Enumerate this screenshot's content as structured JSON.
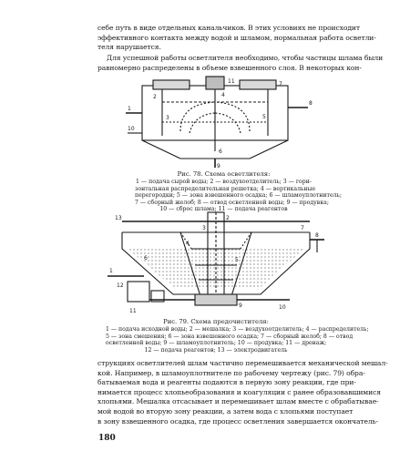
{
  "top_paragraph": {
    "lines": [
      "себе путь в виде отдельных канальчиков. В этих условиях не происходит",
      "эффективного контакта между водой и шламом, нормальная работа осветли-",
      "теля нарушается."
    ]
  },
  "second_paragraph": {
    "lines": [
      "Для успешной работы осветлителя необходимо, чтобы частицы шлама были",
      "равномерно распределены в объеме взвешенного слоя. В некоторых кон-"
    ]
  },
  "figure_78": {
    "caption_title": "Рис. 78. Схема осветлителя:",
    "caption_lines": [
      "1 — подача сырой воды; 2 — воздухоотделитель; 3 — гори-",
      "зонтальная распределительная решетка; 4 — вертикальные",
      "перегородки; 5 — зона взвешенного осадка; 6 — шламоуплотнитель;",
      "7 — сборный желоб; 8 — отвод осветленной воды; 9 — продувка;",
      "10 — сброс шлама; 11 — подача реагентов"
    ],
    "label_numbers": [
      "1",
      "2",
      "3",
      "4",
      "5",
      "6",
      "7",
      "8",
      "9",
      "10",
      "11"
    ]
  },
  "figure_79": {
    "caption_title": "Рис. 79. Схема предочистителя:",
    "caption_lines": [
      "1 — подача исходной воды; 2 — мешалка; 3 — воздухоотделитель; 4 — распределитель;",
      "5 — зона смешения; 6 — зона взвешенного осадка; 7 — сборный желоб; 8 — отвод",
      "осветленной воды; 9 — шламоуплотнитель; 10 — продувка; 11 — дренаж;",
      "12 — подача реагентов; 13 — электродвигатель"
    ],
    "label_numbers": [
      "1",
      "2",
      "3",
      "4",
      "5",
      "6",
      "7",
      "8",
      "9",
      "10",
      "11",
      "12",
      "13"
    ]
  },
  "bottom_paragraph": {
    "lines": [
      "струкциях осветлителей шлам частично перемешивается механической мешал-",
      "кой. Например, в шламоуплотнителе по рабочему чертежу (рис. 79) обра-",
      "батываемая вода и реагенты подаются в первую зону реакции, где при-",
      "нимается процесс хлопьеобразования и коагуляции с ранее образовавшимися",
      "хлопьями. Мешалка отсасывает и перемешивает шлам вместе с обрабатывае-",
      "мой водой во вторую зону реакции, а затем вода с хлопьями поступает",
      "в зону взвешенного осадка, где процесс осветления завершается окончатель-"
    ]
  },
  "page_number": "180"
}
